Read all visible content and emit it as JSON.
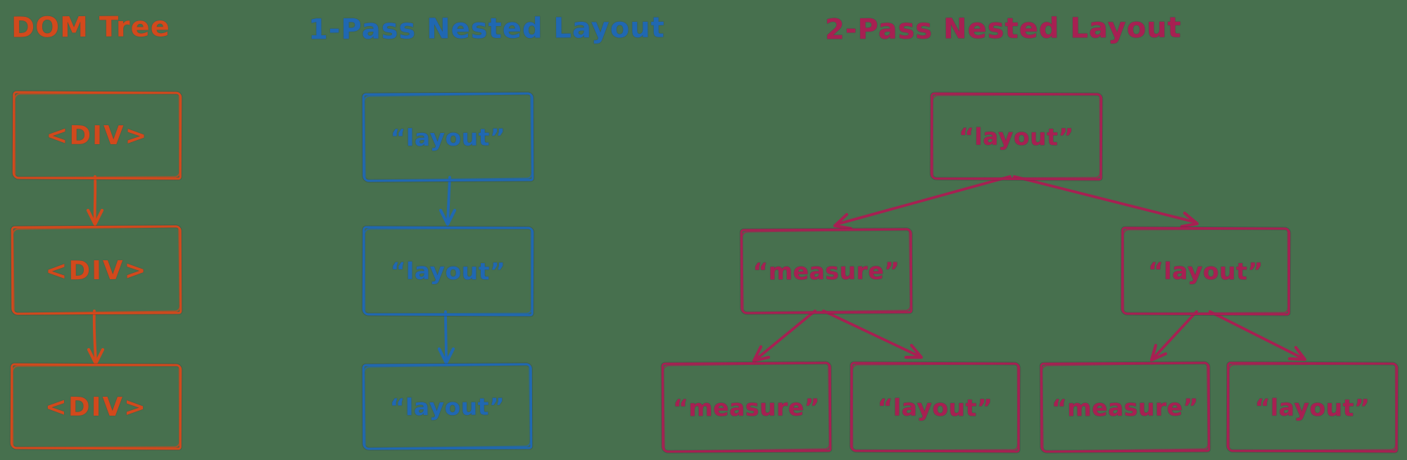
{
  "canvas": {
    "background": "#47704e"
  },
  "palette": {
    "dom": "#d2491c",
    "op": "#2068b2",
    "tp": "#a72052"
  },
  "dom_tree": {
    "title": "DOM Tree",
    "nodes": [
      {
        "label": "<DIV>"
      },
      {
        "label": "<DIV>"
      },
      {
        "label": "<DIV>"
      }
    ]
  },
  "one_pass": {
    "title": "1-Pass Nested Layout",
    "nodes": [
      {
        "label": "“layout”"
      },
      {
        "label": "“layout”"
      },
      {
        "label": "“layout”"
      }
    ]
  },
  "two_pass": {
    "title": "2-Pass Nested Layout",
    "root": {
      "label": "“layout”"
    },
    "level2": [
      {
        "label": "“measure”"
      },
      {
        "label": "“layout”"
      }
    ],
    "level3": [
      {
        "label": "“measure”"
      },
      {
        "label": "“layout”"
      },
      {
        "label": "“measure”"
      },
      {
        "label": "“layout”"
      }
    ]
  }
}
